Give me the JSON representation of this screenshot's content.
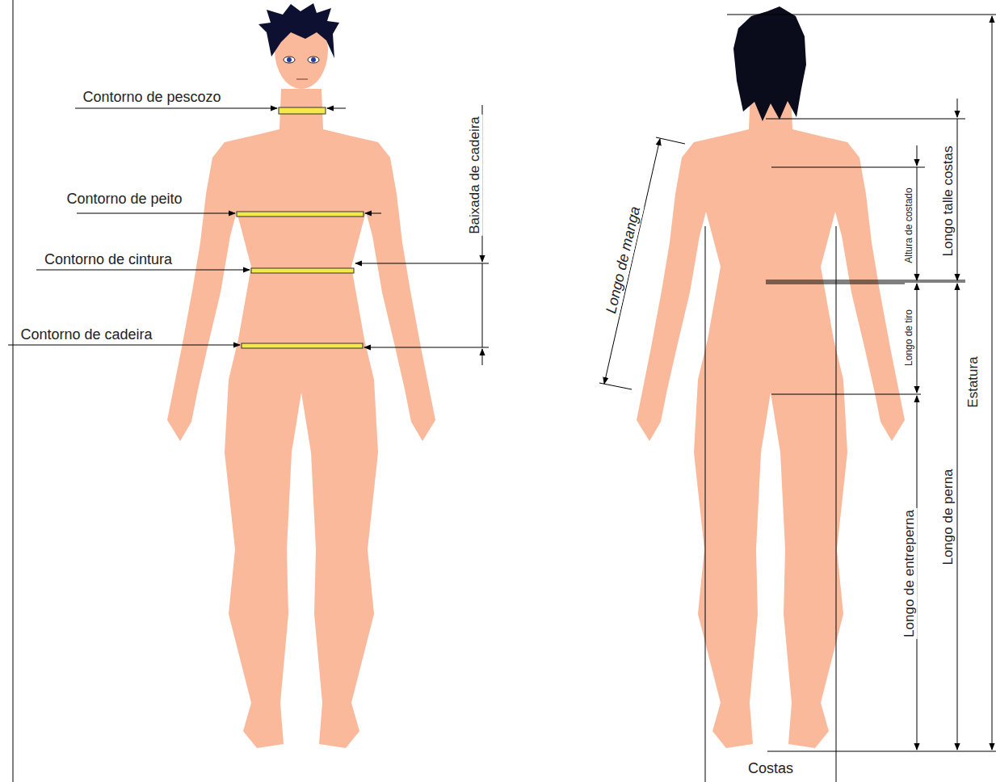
{
  "diagram": {
    "labels": [
      "Contorno de pescozo",
      "Contorno de peito",
      "Contorno de cintura",
      "Contorno de cadeira",
      "Baixada de cadeira",
      "Longo de manga",
      "Altura de costado",
      "Longo talle costas",
      "Longo de tiro",
      "Estatura",
      "Longo de entreperna",
      "Longo de perna",
      "Costas"
    ]
  }
}
